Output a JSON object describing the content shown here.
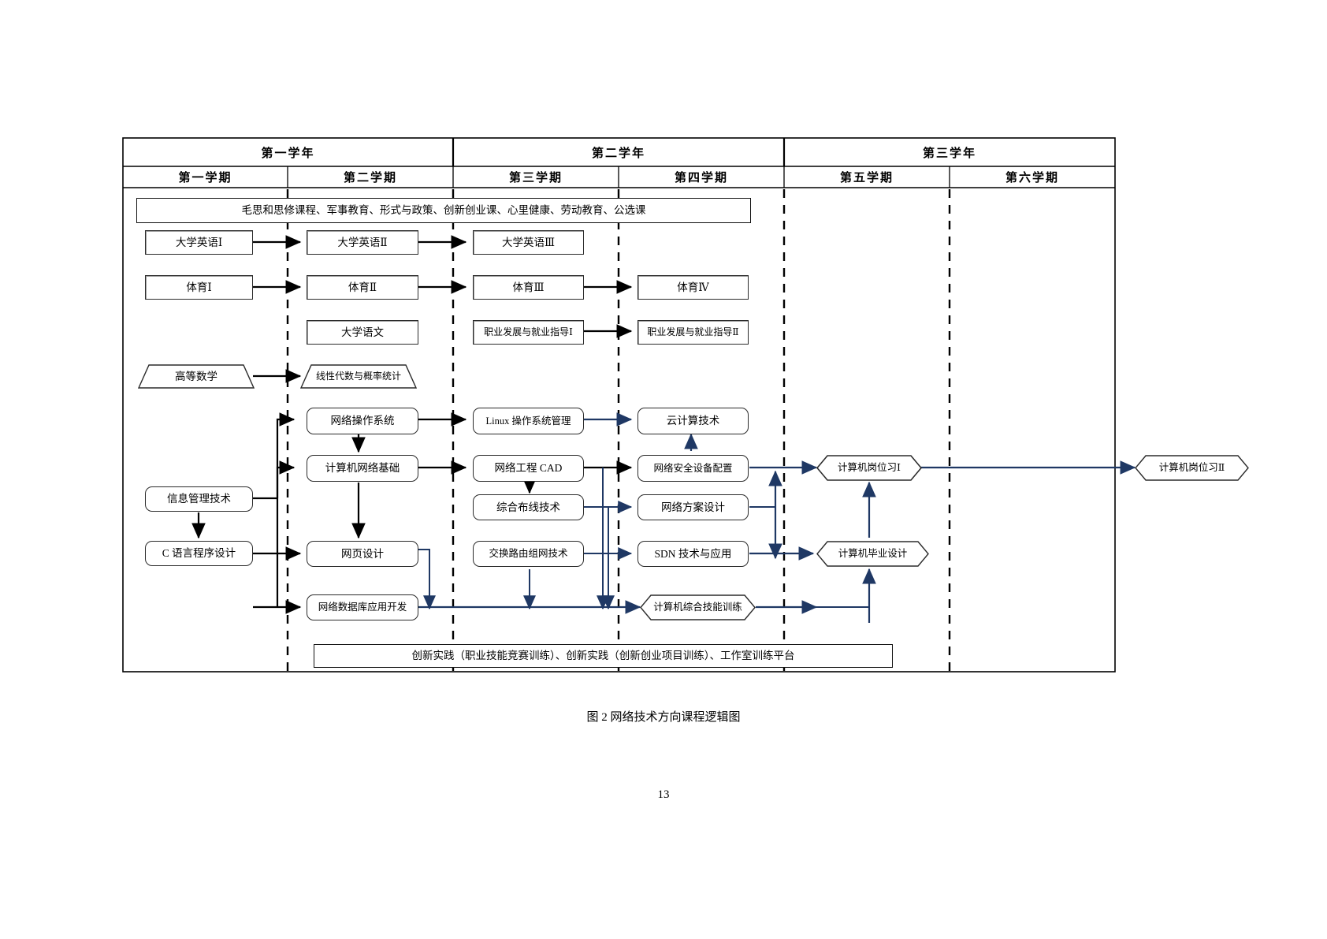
{
  "figure": {
    "caption": "图 2 网络技术方向课程逻辑图",
    "page_number": "13",
    "accent_color": "#1f3864",
    "line_color": "#000000"
  },
  "header": {
    "years": [
      {
        "label": "第一学年"
      },
      {
        "label": "第二学年"
      },
      {
        "label": "第三学年"
      }
    ],
    "terms": [
      {
        "label": "第一学期"
      },
      {
        "label": "第二学期"
      },
      {
        "label": "第三学期"
      },
      {
        "label": "第四学期"
      },
      {
        "label": "第五学期"
      },
      {
        "label": "第六学期"
      }
    ]
  },
  "banners": {
    "top": "毛思和思修课程、军事教育、形式与政策、创新创业课、心里健康、劳动教育、公选课",
    "bottom": "创新实践（职业技能竞赛训练）、创新实践（创新创业项目训练）、工作室训练平台"
  },
  "courses": {
    "english1": "大学英语Ⅰ",
    "english2": "大学英语Ⅱ",
    "english3": "大学英语Ⅲ",
    "pe1": "体育Ⅰ",
    "pe2": "体育Ⅱ",
    "pe3": "体育Ⅲ",
    "pe4": "体育Ⅳ",
    "chinese": "大学语文",
    "career1": "职业发展与就业指导Ⅰ",
    "career2": "职业发展与就业指导Ⅱ",
    "math_higher": "高等数学",
    "math_linear": "线性代数与概率统计",
    "net_os": "网络操作系统",
    "linux_admin": "Linux 操作系统管理",
    "cloud": "云计算技术",
    "net_basics": "计算机网络基础",
    "net_cad": "网络工程 CAD",
    "net_security": "网络安全设备配置",
    "info_mgmt": "信息管理技术",
    "cabling": "综合布线技术",
    "net_plan": "网络方案设计",
    "c_lang": "C 语言程序设计",
    "web_design": "网页设计",
    "switch_routing": "交换路由组网技术",
    "sdn": "SDN 技术与应用",
    "net_db": "网络数据库应用开发",
    "comprehensive_training": "计算机综合技能训练",
    "intern1": "计算机岗位习Ⅰ",
    "intern2": "计算机岗位习Ⅱ",
    "thesis": "计算机毕业设计"
  }
}
